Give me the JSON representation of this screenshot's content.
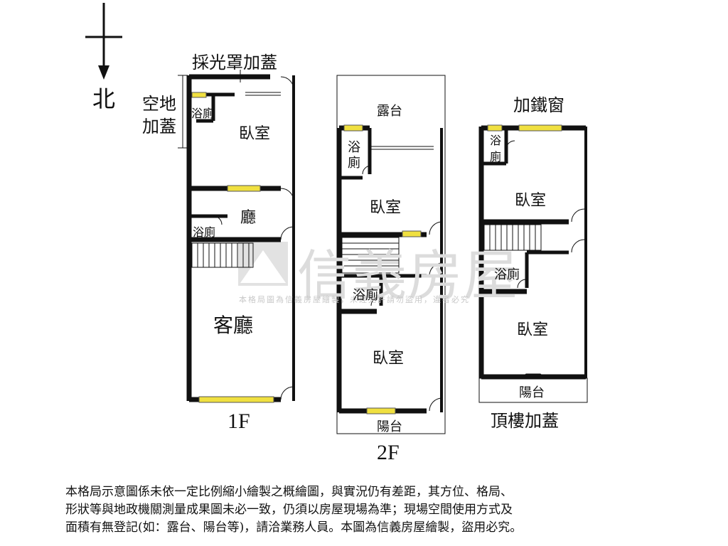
{
  "compass": {
    "north_label": "北"
  },
  "watermark": {
    "brand": "信義房屋",
    "fine_print": "本格局圖為信義房屋繪製，未經允許請勿盜用，違者必究"
  },
  "floor1": {
    "title": "1F",
    "skylight_label": "採光罩加蓋",
    "vacant_label_line1": "空地",
    "vacant_label_line2": "加蓋",
    "bath_top": "浴廁",
    "bedroom": "臥室",
    "hall": "廳",
    "bath_mid": "浴廁",
    "living": "客廳"
  },
  "floor2": {
    "title": "2F",
    "terrace": "露台",
    "bath_top_line1": "浴",
    "bath_top_line2": "廁",
    "bedroom_top": "臥室",
    "bath_mid": "浴廁",
    "bedroom_bottom": "臥室",
    "balcony": "陽台"
  },
  "rooftop": {
    "title": "頂樓加蓋",
    "iron_window": "加鐵窗",
    "bath_top_line1": "浴",
    "bath_top_line2": "廁",
    "bedroom_top": "臥室",
    "bath_mid": "浴廁",
    "bedroom_bottom": "臥室",
    "balcony": "陽台"
  },
  "disclaimer": {
    "line1": "本格局示意圖係未依一定比例縮小繪製之概繪圖，與實況仍有差距，其方位、格局、",
    "line2": "形狀等與地政機關測量成果圖未必一致，仍須以房屋現場為準；現場空間使用方式及",
    "line3": "面積有無登記(如：露台、陽台等)，請洽業務人員。本圖為信義房屋繪製，盜用必究。"
  }
}
